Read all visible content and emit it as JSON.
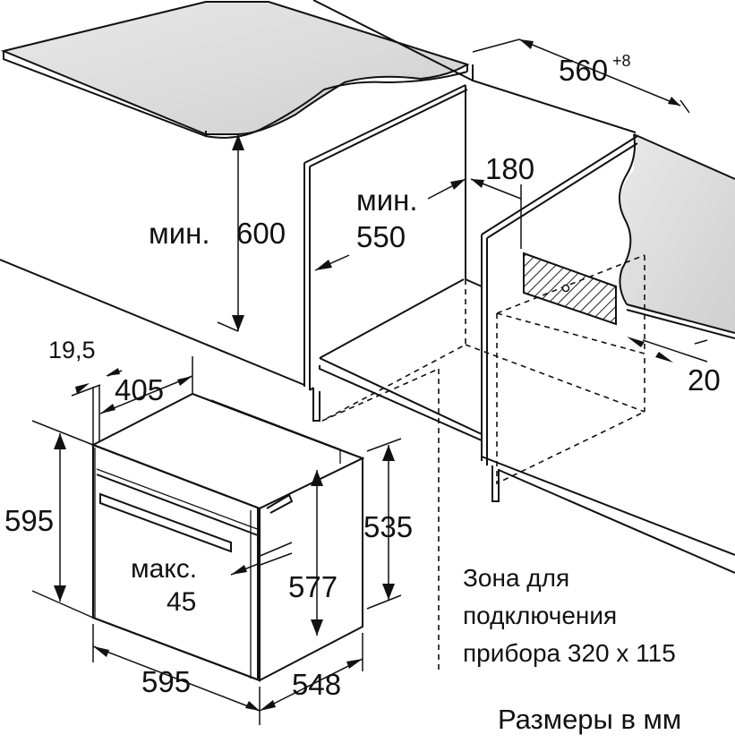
{
  "dimensions": {
    "niche_width": "560",
    "niche_width_tolerance": "+8",
    "worktop_height_min_prefix": "мин.",
    "worktop_height": "600",
    "niche_depth_min_prefix": "мин.",
    "niche_depth": "550",
    "vent_gap": "180",
    "rear_offset": "20",
    "front_panel_thickness": "19,5",
    "control_depth": "405",
    "oven_height": "595",
    "oven_width": "595",
    "oven_depth": "548",
    "body_height": "535",
    "inner_height": "577",
    "door_gap_prefix": "макс.",
    "door_gap": "45"
  },
  "notes": {
    "connection_zone_line1": "Зона для",
    "connection_zone_line2": "подключения",
    "connection_zone_line3": "прибора 320 x 115",
    "units": "Размеры в мм"
  },
  "colors": {
    "worktop": "#dcdcdc",
    "hatch": "#222222",
    "line": "#111111"
  }
}
